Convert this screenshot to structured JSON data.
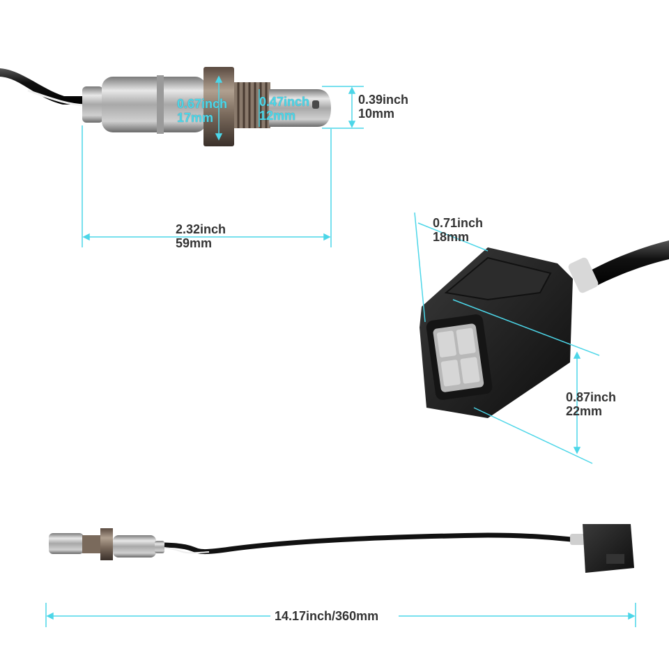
{
  "colors": {
    "background": "#ffffff",
    "dimension_line": "#4cd6e8",
    "label_text": "#333333",
    "cable": "#1a1a1a",
    "connector": "#222222",
    "metal": "#b8b8b8"
  },
  "objects": {
    "sensor_closeup": "oxygen-sensor-probe",
    "connector_closeup": "4-pin-connector",
    "full_view": "oxygen-sensor-with-cable"
  },
  "dimensions": {
    "thread_diameter": {
      "inch": "0.67inch",
      "mm": "17mm"
    },
    "tip_diameter": {
      "inch": "0.47inch",
      "mm": "12mm"
    },
    "tip_end": {
      "inch": "0.39inch",
      "mm": "10mm"
    },
    "probe_length": {
      "inch": "2.32inch",
      "mm": "59mm"
    },
    "connector_width": {
      "inch": "0.71inch",
      "mm": "18mm"
    },
    "connector_height": {
      "inch": "0.87inch",
      "mm": "22mm"
    },
    "total_length": "14.17inch/360mm"
  }
}
